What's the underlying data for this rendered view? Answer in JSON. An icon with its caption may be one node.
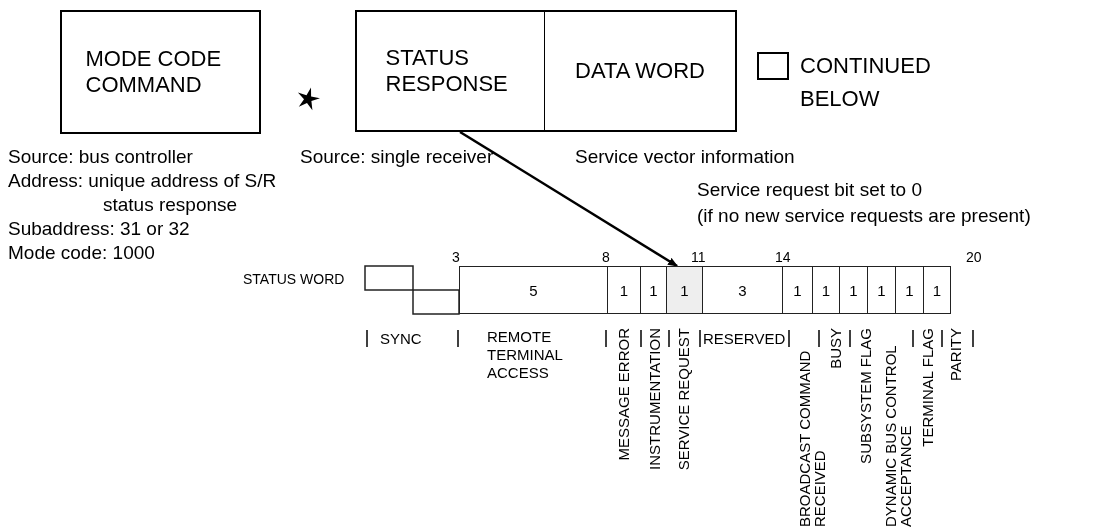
{
  "diagram": {
    "nodes": [
      {
        "text": [
          "MODE CODE COMMAND"
        ],
        "beside": [
          "Source: bus controller",
          "Address: unique address of S/R status response",
          "Subaddress: 31 or 32",
          "Mode code: 1000"
        ]
      },
      {
        "text": [
          "STATUS RESPONSE"
        ],
        "beside": [
          "Source: single receiver"
        ]
      },
      {
        "text": [
          "DATA WORD"
        ],
        "beside": [
          "Service vector information"
        ]
      },
      {
        "text": [
          "5"
        ]
      },
      {
        "text": [
          "1"
        ]
      },
      {
        "text": [
          "1"
        ]
      },
      {
        "text": [
          "1"
        ]
      },
      {
        "text": [
          "3"
        ]
      },
      {
        "text": [
          "1"
        ]
      },
      {
        "text": [
          "1"
        ]
      },
      {
        "text": [
          "1"
        ]
      },
      {
        "text": [
          "1"
        ]
      },
      {
        "text": [
          "1"
        ]
      },
      {
        "text": [
          "1"
        ]
      }
    ],
    "edges": [
      {
        "from": 1,
        "to": 6,
        "arrow": "to"
      }
    ],
    "labels": [
      "Service request bit set to 0 (if no new service requests are present)",
      "STATUS WORD",
      "3",
      "8",
      "11",
      "14",
      "20",
      "SYNC",
      "REMOTE TERMINAL ACCESS",
      "MESSAGE ERROR",
      "INSTRUMENTATION",
      "SERVICE REQUEST",
      "RESERVED",
      "BROADCAST COMMAND RECEIVED",
      "BUSY",
      "SUBSYSTEM FLAG",
      "DYNAMIC BUS CONTROL ACCEPTANCE",
      "TERMINAL FLAG",
      "PARITY"
    ],
    "legend": [
      {
        "text": "CONTINUED BELOW"
      }
    ]
  }
}
